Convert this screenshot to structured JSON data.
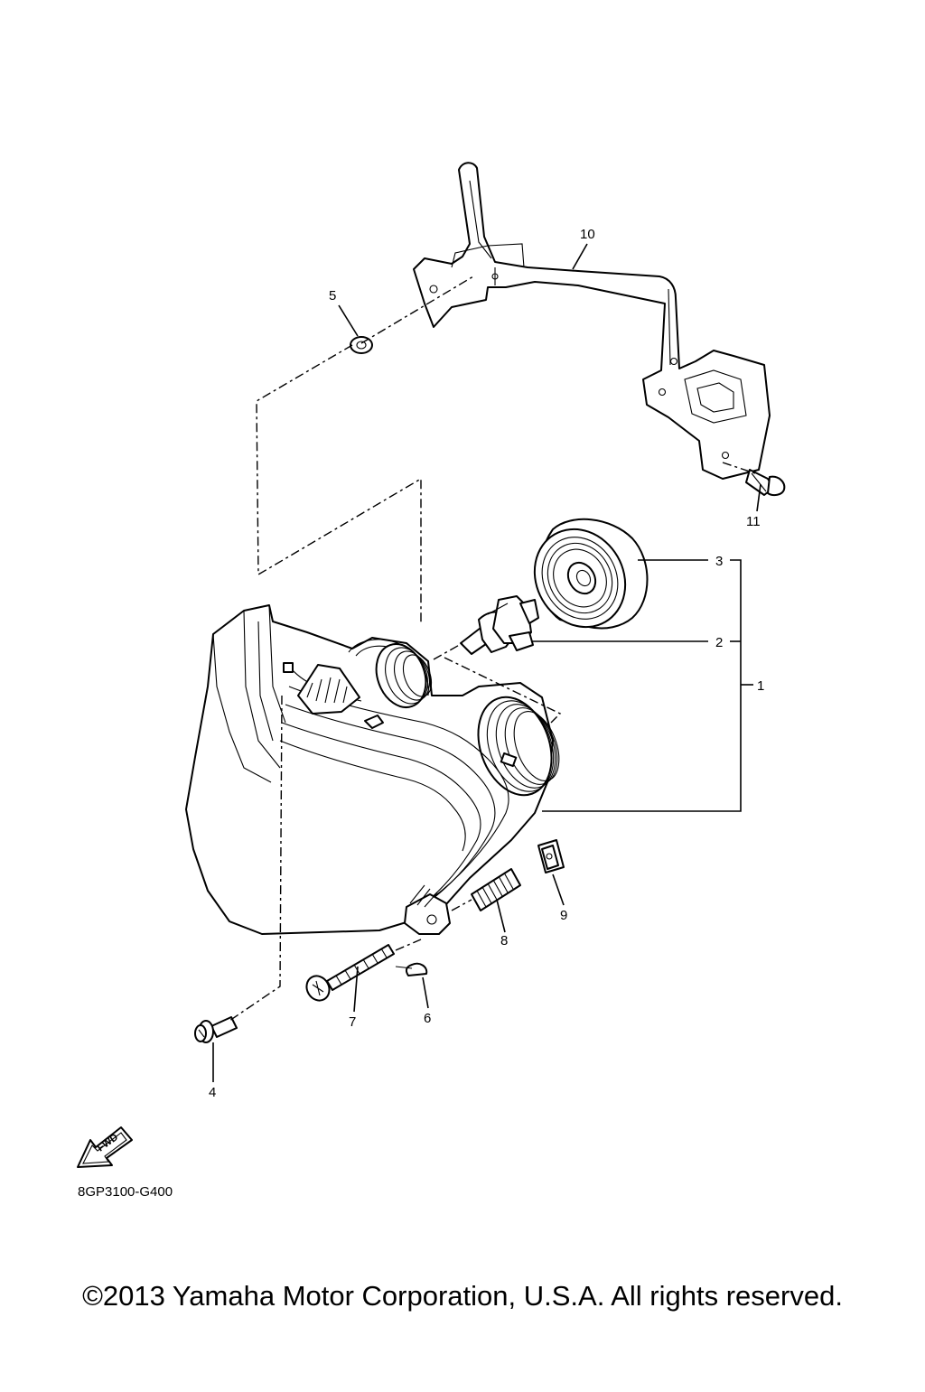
{
  "callouts": {
    "c1": "1",
    "c2": "2",
    "c3": "3",
    "c4": "4",
    "c5": "5",
    "c6": "6",
    "c7": "7",
    "c8": "8",
    "c9": "9",
    "c10": "10",
    "c11": "11"
  },
  "fwd_label": "FWD",
  "diagram_code": "8GP3100-G400",
  "copyright": "©2013 Yamaha Motor Corporation, U.S.A. All rights reserved.",
  "colors": {
    "line": "#000000",
    "background": "#ffffff"
  }
}
